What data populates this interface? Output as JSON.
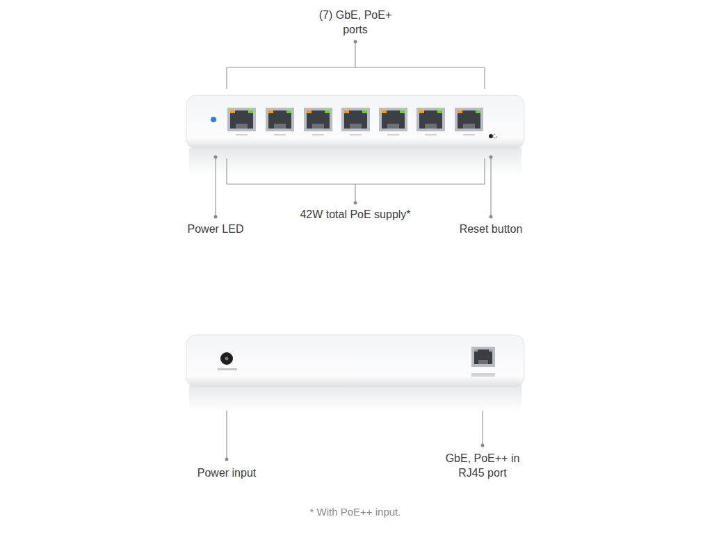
{
  "diagram": {
    "labels": [
      "(7) GbE, PoE+ ports",
      "Power LED",
      "42W total PoE supply*",
      "Reset button",
      "Power input",
      "GbE, PoE++ in RJ45 port",
      "* With PoE++ input."
    ]
  }
}
